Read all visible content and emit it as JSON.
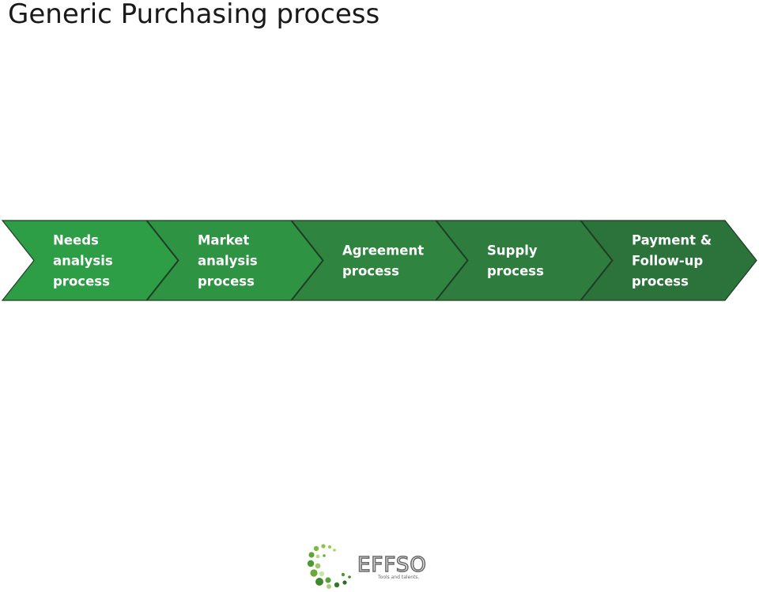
{
  "title": "Generic Purchasing process",
  "steps": [
    {
      "lines": [
        "Needs",
        "analysis",
        "process"
      ],
      "color": "#2e9e46"
    },
    {
      "lines": [
        "Market",
        "analysis",
        "process"
      ],
      "color": "#2e9343"
    },
    {
      "lines": [
        "Agreement",
        "process"
      ],
      "color": "#2f8540"
    },
    {
      "lines": [
        "Supply",
        "process"
      ],
      "color": "#2e7d3e"
    },
    {
      "lines": [
        "Payment &",
        "Follow-up",
        "process"
      ],
      "color": "#2c733b"
    }
  ],
  "logo": {
    "name": "EFFSO",
    "tagline": "Tools and talents."
  }
}
